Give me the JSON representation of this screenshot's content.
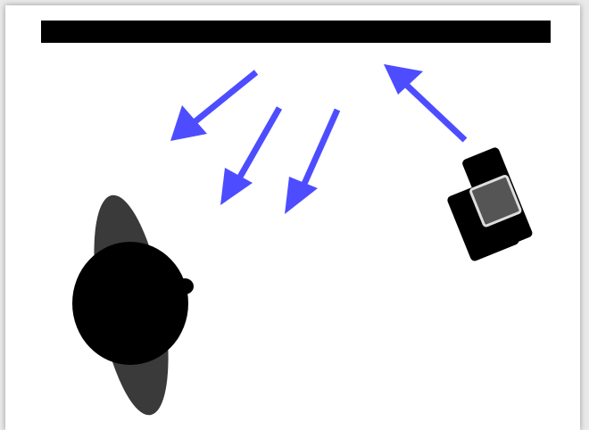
{
  "colors": {
    "background": "#ffffff",
    "wall": "#000000",
    "arrow": "#4d4dff",
    "person_body": "#000000",
    "person_arms": "#3a3a3a",
    "camera_body": "#000000",
    "camera_top": "#555555"
  },
  "elements": {
    "wall": "wall",
    "incoming_arrow": "arrow",
    "reflected_arrows": [
      "arrow",
      "arrow",
      "arrow"
    ],
    "subject": "person-top-view",
    "light_source": "camera-flash-top-view"
  }
}
